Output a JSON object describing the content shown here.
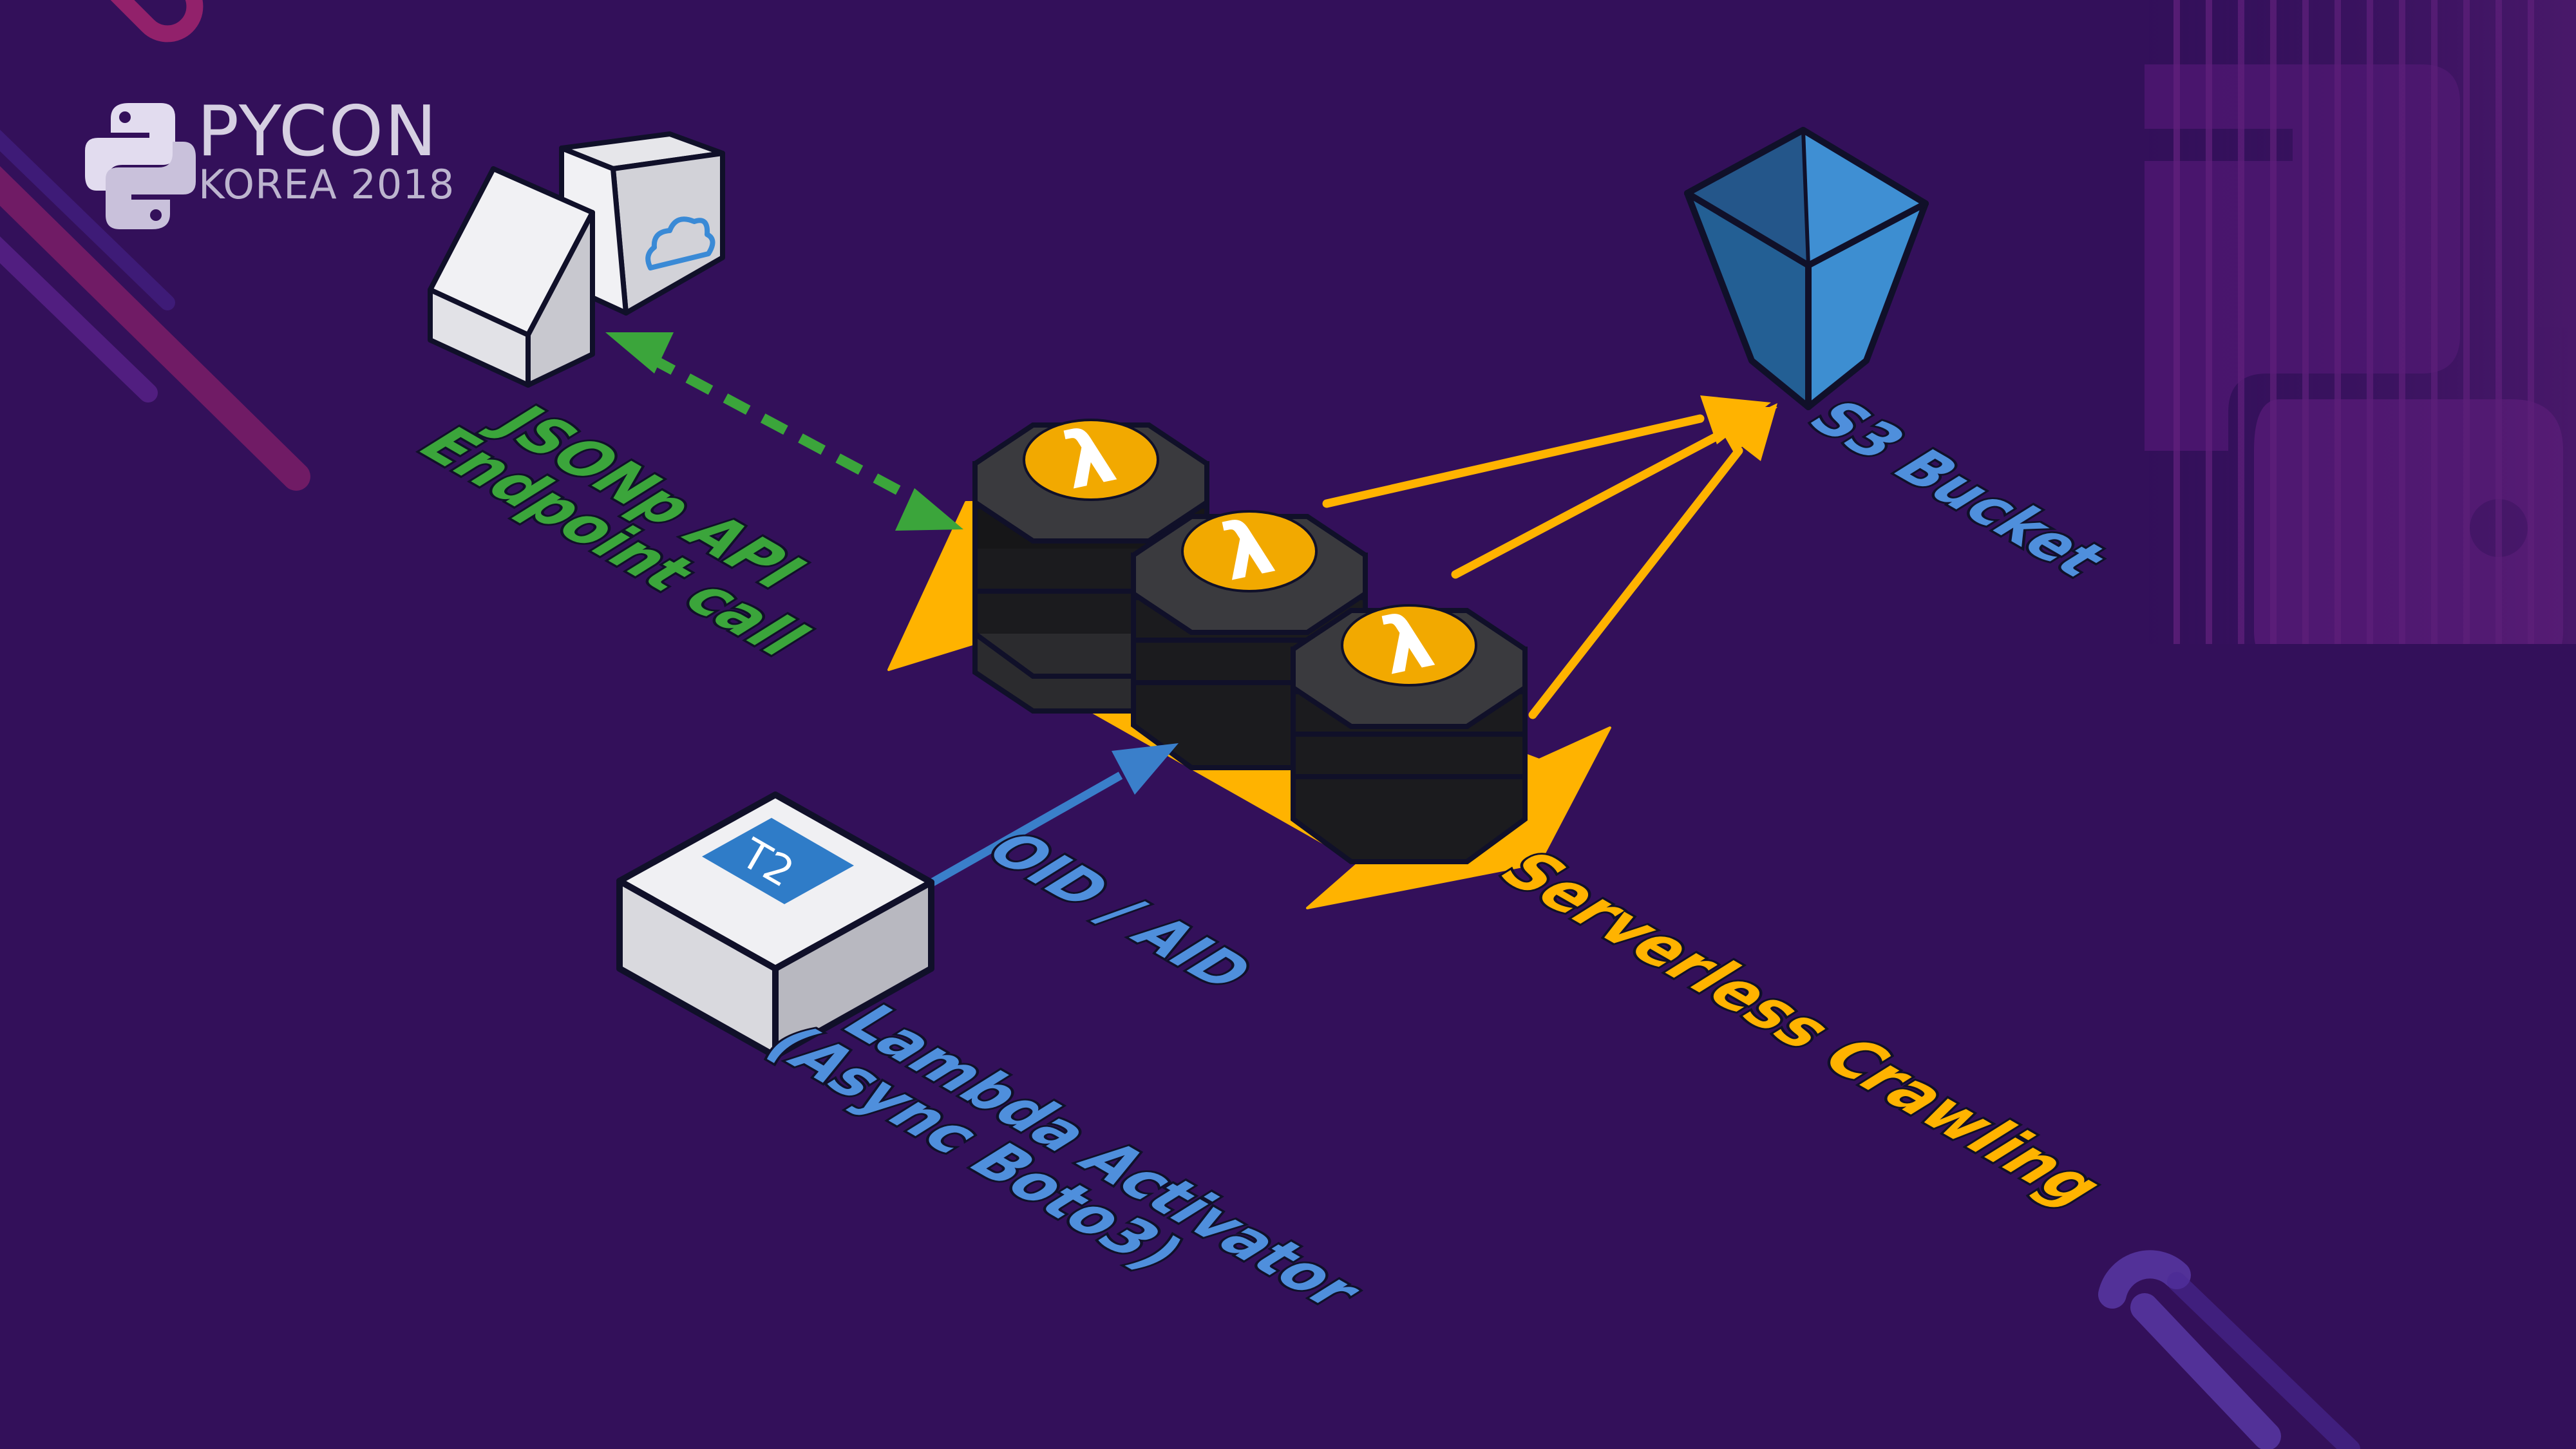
{
  "logo": {
    "title": "PYCON",
    "subtitle": "KOREA 2018"
  },
  "labels": {
    "jsonp_line1": "JSONp API",
    "jsonp_line2": "Endpoint call",
    "s3": "S3 Bucket",
    "oid": "OID / AID",
    "serverless": "Serverless Crawling",
    "activator_line1": "Lambda Activator",
    "activator_line2": "(Async Boto3)",
    "t2_badge": "T2",
    "lambda_symbol": "λ"
  },
  "colors": {
    "background": "#33105a",
    "green": "#3ba53b",
    "yellow": "#ffb300",
    "blue": "#3a7fca",
    "s3_blue": "#2f78b7",
    "label_blue": "#4f8fdc",
    "outline": "#101029"
  }
}
